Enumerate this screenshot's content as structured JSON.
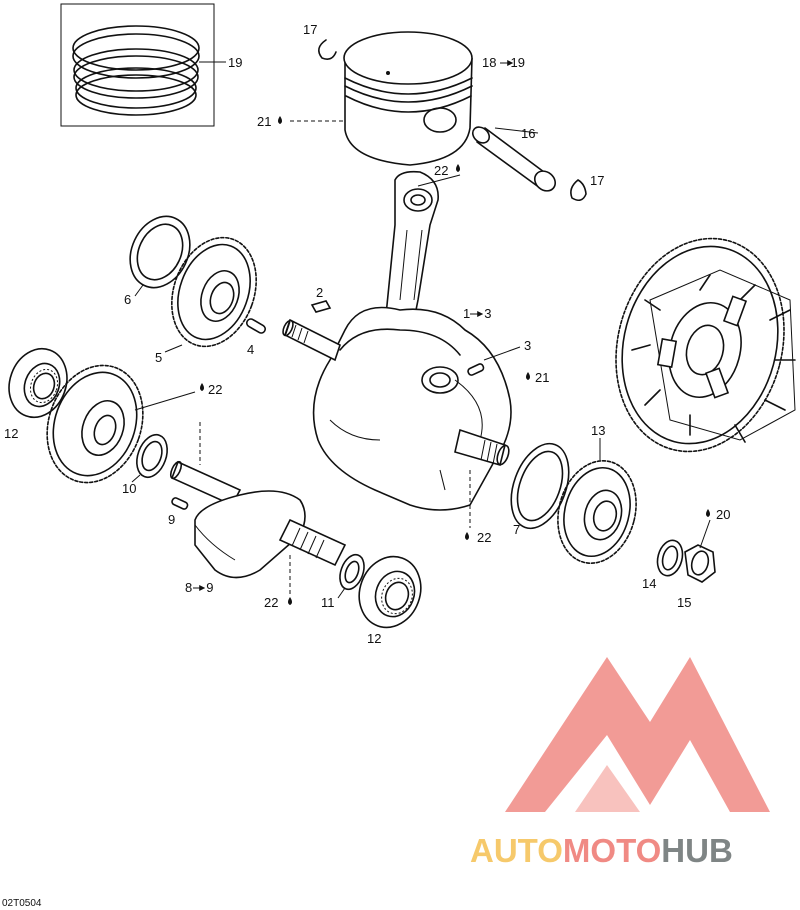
{
  "drawing_code": "02T0504",
  "watermark": {
    "text_a": "AUTO",
    "text_b": "MOTO",
    "text_c": "HUB",
    "color_light": "#f6c96b",
    "color_red": "#f08a84",
    "color_dark": "#7f8585"
  },
  "labels": {
    "p2": "2",
    "p1to3": "1",
    "p1to3b": "3",
    "p3": "3",
    "p4": "4",
    "p5": "5",
    "p6": "6",
    "p7": "7",
    "p8to9": "8",
    "p8to9b": "9",
    "p9": "9",
    "p10": "10",
    "p11": "11",
    "p12a": "12",
    "p12b": "12",
    "p13": "13",
    "p14": "14",
    "p15": "15",
    "p16": "16",
    "p17a": "17",
    "p17b": "17",
    "p18to19": "18",
    "p18to19b": "19",
    "p19": "19",
    "p20": "20",
    "p21a": "21",
    "p21b": "21",
    "p22a": "22",
    "p22b": "22",
    "p22c": "22",
    "p22d": "22"
  }
}
